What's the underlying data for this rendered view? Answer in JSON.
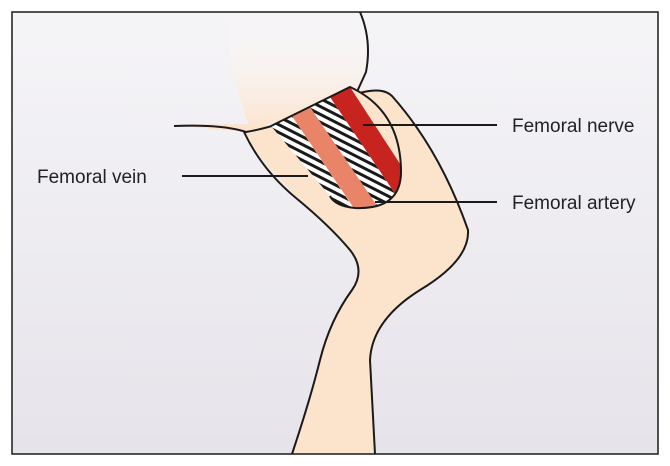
{
  "labels": {
    "femoral_nerve": "Femoral nerve",
    "femoral_vein": "Femoral vein",
    "femoral_artery": "Femoral artery"
  },
  "colors": {
    "background_top": "#f4f3f6",
    "background_bottom": "#e8e6ec",
    "skin": "#fce3cc",
    "outline": "#1a1a1a",
    "nerve": "#c8241f",
    "artery": "#e98468",
    "vein_stripes": "#1a1a1a"
  }
}
